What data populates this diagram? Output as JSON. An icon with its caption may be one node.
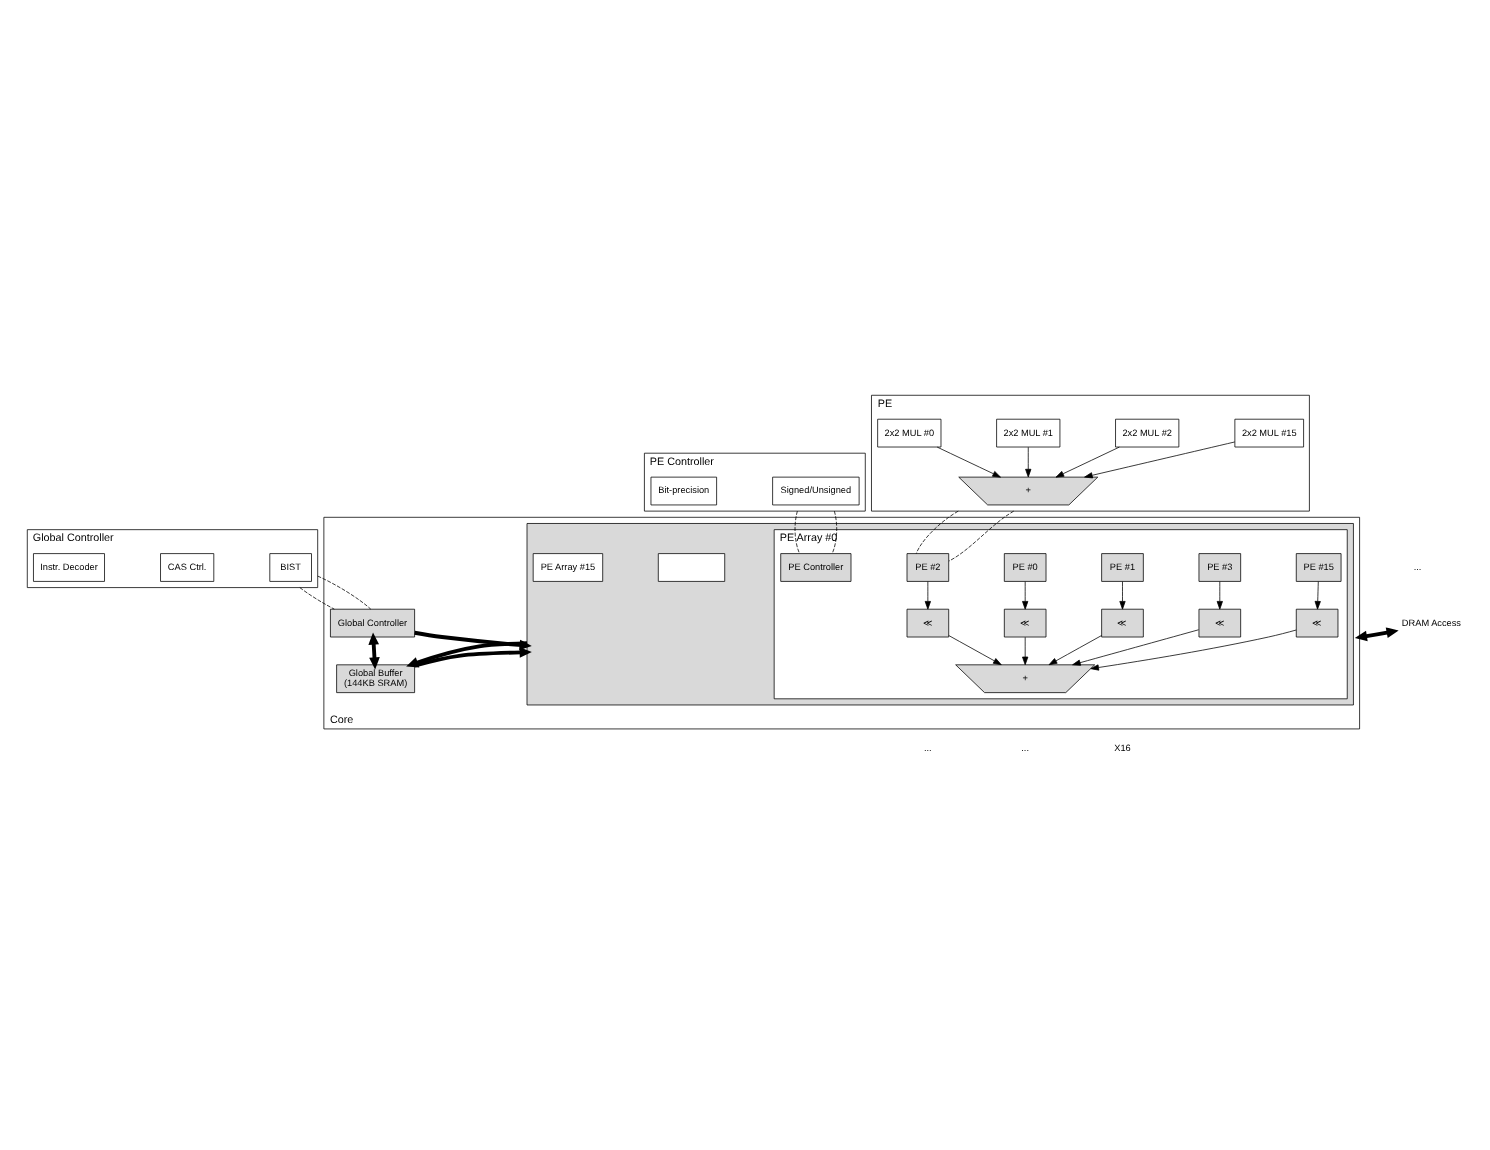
{
  "diagram": {
    "nodes": [
      {
        "text": [
          "Global Controller"
        ]
      },
      {
        "text": [
          "Instr. Decoder"
        ],
        "in": 0
      },
      {
        "text": [
          "CAS Ctrl."
        ],
        "in": 0
      },
      {
        "text": [
          "BIST"
        ],
        "in": 0
      },
      {
        "text": [
          "PE"
        ]
      },
      {
        "text": [
          "2x2 MUL #0"
        ],
        "in": 4
      },
      {
        "text": [
          "2x2 MUL #1"
        ],
        "in": 4
      },
      {
        "text": [
          "2x2 MUL #2"
        ],
        "in": 4
      },
      {
        "text": [
          "2x2 MUL #15"
        ],
        "in": 4
      },
      {
        "text": [
          "+"
        ],
        "in": 4
      },
      {
        "text": [
          "PE Controller"
        ]
      },
      {
        "text": [
          "Bit-precision"
        ],
        "in": 10
      },
      {
        "text": [
          "Signed/Unsigned"
        ],
        "in": 10
      },
      {
        "text": [
          "Core"
        ]
      },
      {
        "text": [
          "Global Controller"
        ],
        "in": 13
      },
      {
        "text": [
          "Global Buffer",
          "(144KB SRAM)"
        ],
        "in": 13
      },
      {
        "text": [],
        "shape": "box",
        "in": 13
      },
      {
        "text": [
          "PE Array #15"
        ],
        "in": 16
      },
      {
        "text": [],
        "shape": "box",
        "in": 16
      },
      {
        "text": [
          "PE Array #0"
        ],
        "in": 16
      },
      {
        "text": [
          "PE #0"
        ],
        "in": 19
      },
      {
        "text": [
          "PE #1"
        ],
        "in": 19
      },
      {
        "text": [
          "PE #2"
        ],
        "in": 19
      },
      {
        "text": [
          "PE #3"
        ],
        "in": 19
      },
      {
        "text": [
          "PE #15"
        ],
        "in": 19
      },
      {
        "text": [
          "PE Controller"
        ],
        "in": 19
      },
      {
        "text": [
          "≪"
        ],
        "in": 19
      },
      {
        "text": [
          "≪"
        ],
        "in": 19
      },
      {
        "text": [
          "≪"
        ],
        "in": 19
      },
      {
        "text": [
          "≪"
        ],
        "in": 19
      },
      {
        "text": [
          "≪"
        ],
        "in": 19
      },
      {
        "text": [
          "+"
        ],
        "in": 19
      },
      {
        "text": [
          "DRAM Access"
        ]
      }
    ],
    "edges": [
      {
        "from": 5,
        "to": 9,
        "arrow": "to"
      },
      {
        "from": 6,
        "to": 9,
        "arrow": "to"
      },
      {
        "from": 7,
        "to": 9,
        "arrow": "to"
      },
      {
        "from": 8,
        "to": 9,
        "arrow": "to"
      },
      {
        "from": 0,
        "to": 14,
        "arrow": "none",
        "style": "dashed"
      },
      {
        "from": 0,
        "to": 14,
        "arrow": "none",
        "style": "dashed"
      },
      {
        "from": 4,
        "to": 22,
        "arrow": "none",
        "style": "dashed"
      },
      {
        "from": 4,
        "to": 22,
        "arrow": "none",
        "style": "dashed"
      },
      {
        "from": 10,
        "to": 25,
        "arrow": "none",
        "style": "dashed"
      },
      {
        "from": 10,
        "to": 25,
        "arrow": "none",
        "style": "dashed"
      },
      {
        "from": 32,
        "to": 13,
        "arrow": "both",
        "style": "thick"
      },
      {
        "from": 14,
        "to": 16,
        "arrow": "to",
        "style": "thick"
      },
      {
        "from": 14,
        "to": 15,
        "arrow": "both",
        "style": "thick"
      },
      {
        "from": 15,
        "to": 16,
        "arrow": "to",
        "style": "thick"
      },
      {
        "from": 16,
        "to": 15,
        "arrow": "to",
        "style": "thick"
      },
      {
        "from": 20,
        "to": 26,
        "arrow": "to"
      },
      {
        "from": 21,
        "to": 27,
        "arrow": "to"
      },
      {
        "from": 22,
        "to": 28,
        "arrow": "to"
      },
      {
        "from": 23,
        "to": 29,
        "arrow": "to"
      },
      {
        "from": 24,
        "to": 30,
        "arrow": "to"
      },
      {
        "from": 26,
        "to": 31,
        "arrow": "to"
      },
      {
        "from": 27,
        "to": 31,
        "arrow": "to"
      },
      {
        "from": 28,
        "to": 31,
        "arrow": "to"
      },
      {
        "from": 29,
        "to": 31,
        "arrow": "to"
      },
      {
        "from": 30,
        "to": 31,
        "arrow": "to"
      }
    ],
    "labels": [
      "...",
      "...",
      "...",
      "X16"
    ]
  }
}
